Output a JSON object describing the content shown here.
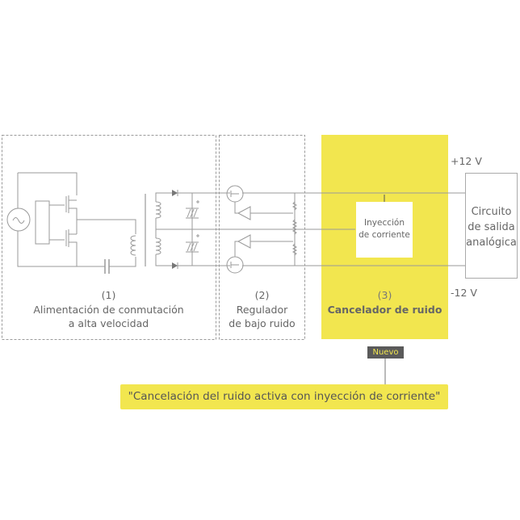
{
  "colors": {
    "accent": "#f2e64f",
    "line": "#9a9a9a",
    "text": "#666666",
    "badge": "#5a5a5a"
  },
  "blocks": [
    {
      "number": "(1)",
      "line1": "Alimentación de conmutación",
      "line2": "a alta velocidad"
    },
    {
      "number": "(2)",
      "line1": "Regulador",
      "line2": "de bajo ruido"
    },
    {
      "number": "(3)",
      "line1": "Cancelador de ruido"
    }
  ],
  "injection": {
    "line1": "Inyección",
    "line2": "de corriente"
  },
  "output": {
    "line1": "Circuito",
    "line2": "de salida",
    "line3": "analógica"
  },
  "rails": {
    "positive": "+12 V",
    "negative": "-12 V"
  },
  "badge": "Nuevo",
  "banner": "\"Cancelación del ruido activa con inyección de corriente\""
}
